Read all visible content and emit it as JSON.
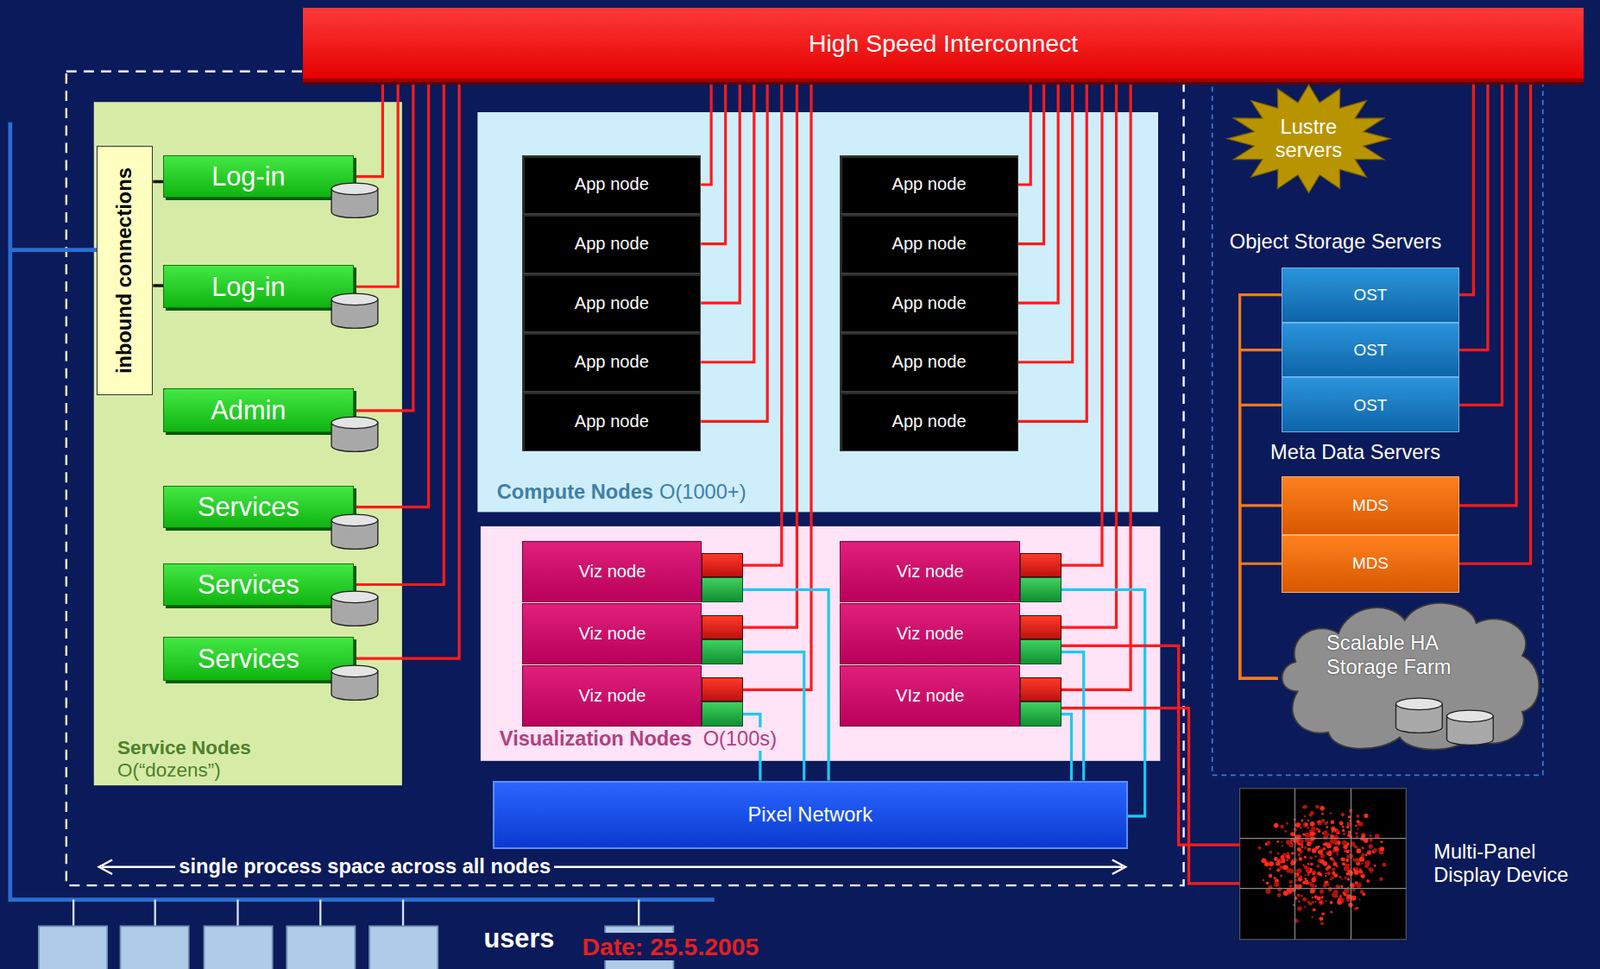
{
  "diagram": {
    "nodes": [
      {
        "text": [
          "High Speed Interconnect"
        ]
      },
      {
        "text": [
          "Service Nodes",
          "O(“dozens”)"
        ]
      },
      {
        "text": [
          "inbound connections"
        ],
        "in": 1
      },
      {
        "text": [
          "Log-in"
        ],
        "in": 1
      },
      {
        "text": [
          "Log-in"
        ],
        "in": 1
      },
      {
        "text": [
          "Admin"
        ],
        "in": 1
      },
      {
        "text": [
          "Services"
        ],
        "in": 1
      },
      {
        "text": [
          "Services"
        ],
        "in": 1
      },
      {
        "text": [
          "Services"
        ],
        "in": 1
      },
      {
        "text": [
          "Compute Nodes",
          "O(1000+)"
        ]
      },
      {
        "text": [
          "App node"
        ],
        "in": 9
      },
      {
        "text": [
          "App node"
        ],
        "in": 9
      },
      {
        "text": [
          "App node"
        ],
        "in": 9
      },
      {
        "text": [
          "App node"
        ],
        "in": 9
      },
      {
        "text": [
          "App node"
        ],
        "in": 9
      },
      {
        "text": [
          "App node"
        ],
        "in": 9
      },
      {
        "text": [
          "App node"
        ],
        "in": 9
      },
      {
        "text": [
          "App node"
        ],
        "in": 9
      },
      {
        "text": [
          "App node"
        ],
        "in": 9
      },
      {
        "text": [
          "App node"
        ],
        "in": 9
      },
      {
        "text": [
          "Visualization Nodes",
          "O(100s)"
        ]
      },
      {
        "text": [
          "Viz node"
        ],
        "in": 20
      },
      {
        "text": [
          "Viz node"
        ],
        "in": 20
      },
      {
        "text": [
          "Viz node"
        ],
        "in": 20
      },
      {
        "text": [
          "Viz node"
        ],
        "in": 20
      },
      {
        "text": [
          "Viz node"
        ],
        "in": 20
      },
      {
        "text": [
          "VIz node"
        ],
        "in": 20
      },
      {
        "text": [
          "Pixel Network"
        ]
      },
      {
        "text": [
          "Lustre servers"
        ]
      },
      {
        "text": [
          "OST"
        ]
      },
      {
        "text": [
          "OST"
        ]
      },
      {
        "text": [
          "OST"
        ]
      },
      {
        "text": [
          "MDS"
        ]
      },
      {
        "text": [
          "MDS"
        ]
      },
      {
        "text": [
          "Scalable HA Storage Farm"
        ]
      },
      {
        "text": [
          "Multi-Panel Display Device"
        ]
      }
    ],
    "edges": [
      {
        "from": 0,
        "to": 3,
        "arrow": "none"
      },
      {
        "from": 0,
        "to": 4,
        "arrow": "none"
      },
      {
        "from": 0,
        "to": 5,
        "arrow": "none"
      },
      {
        "from": 0,
        "to": 6,
        "arrow": "none"
      },
      {
        "from": 0,
        "to": 7,
        "arrow": "none"
      },
      {
        "from": 0,
        "to": 8,
        "arrow": "none"
      },
      {
        "from": 0,
        "to": 10,
        "arrow": "none"
      },
      {
        "from": 0,
        "to": 11,
        "arrow": "none"
      },
      {
        "from": 0,
        "to": 12,
        "arrow": "none"
      },
      {
        "from": 0,
        "to": 13,
        "arrow": "none"
      },
      {
        "from": 0,
        "to": 14,
        "arrow": "none"
      },
      {
        "from": 0,
        "to": 15,
        "arrow": "none"
      },
      {
        "from": 0,
        "to": 16,
        "arrow": "none"
      },
      {
        "from": 0,
        "to": 17,
        "arrow": "none"
      },
      {
        "from": 0,
        "to": 18,
        "arrow": "none"
      },
      {
        "from": 0,
        "to": 19,
        "arrow": "none"
      },
      {
        "from": 0,
        "to": 21,
        "arrow": "none"
      },
      {
        "from": 0,
        "to": 22,
        "arrow": "none"
      },
      {
        "from": 0,
        "to": 23,
        "arrow": "none"
      },
      {
        "from": 0,
        "to": 24,
        "arrow": "none"
      },
      {
        "from": 0,
        "to": 25,
        "arrow": "none"
      },
      {
        "from": 0,
        "to": 26,
        "arrow": "none"
      },
      {
        "from": 0,
        "to": 29,
        "arrow": "none"
      },
      {
        "from": 0,
        "to": 30,
        "arrow": "none"
      },
      {
        "from": 0,
        "to": 31,
        "arrow": "none"
      },
      {
        "from": 0,
        "to": 32,
        "arrow": "none"
      },
      {
        "from": 0,
        "to": 33,
        "arrow": "none"
      },
      {
        "from": 21,
        "to": 27,
        "arrow": "none"
      },
      {
        "from": 22,
        "to": 27,
        "arrow": "none"
      },
      {
        "from": 23,
        "to": 27,
        "arrow": "none"
      },
      {
        "from": 24,
        "to": 27,
        "arrow": "none"
      },
      {
        "from": 25,
        "to": 27,
        "arrow": "none"
      },
      {
        "from": 26,
        "to": 27,
        "arrow": "none"
      },
      {
        "from": 25,
        "to": 35,
        "arrow": "none"
      },
      {
        "from": 26,
        "to": 35,
        "arrow": "none"
      },
      {
        "from": 34,
        "to": 29,
        "arrow": "none"
      },
      {
        "from": 34,
        "to": 30,
        "arrow": "none"
      },
      {
        "from": 34,
        "to": 31,
        "arrow": "none"
      },
      {
        "from": 34,
        "to": 32,
        "arrow": "none"
      },
      {
        "from": 34,
        "to": 33,
        "arrow": "none"
      }
    ],
    "labels": [
      "Object Storage Servers",
      "Meta Data Servers",
      "single process space across all nodes",
      "users",
      "Date: 25.5.2005"
    ]
  }
}
